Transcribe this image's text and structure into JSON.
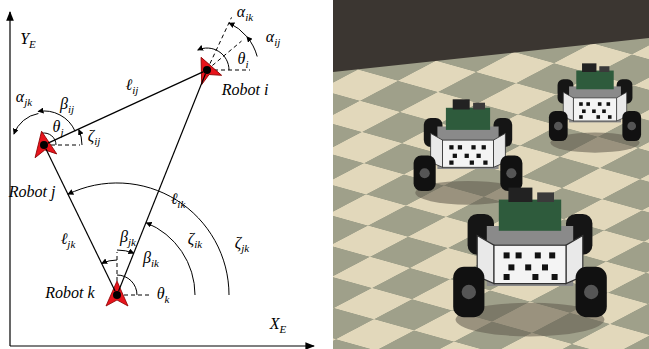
{
  "diagram": {
    "nodes": [
      {
        "text": [
          "Robot i"
        ]
      },
      {
        "text": [
          "Robot j"
        ]
      },
      {
        "text": [
          "Robot k"
        ]
      }
    ],
    "edges": [
      {
        "from": 0,
        "to": 1,
        "arrow": "none",
        "label": "ℓij"
      },
      {
        "from": 0,
        "to": 2,
        "arrow": "none",
        "label": "ℓik"
      },
      {
        "from": 1,
        "to": 2,
        "arrow": "none",
        "label": "ℓjk"
      }
    ],
    "labels": [
      "αik",
      "αij",
      "θi",
      "YE",
      "αjk",
      "βij",
      "θj",
      "ζij",
      "βjk",
      "βik",
      "ζik",
      "ζjk",
      "θk",
      "XE"
    ]
  }
}
